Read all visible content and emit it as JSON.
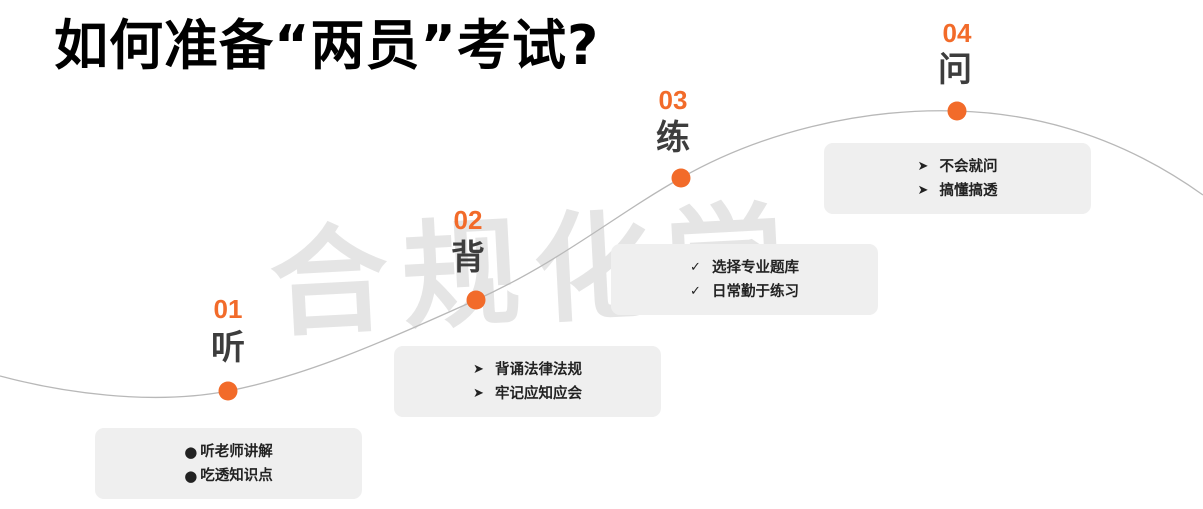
{
  "title": "如何准备“两员”考试?",
  "watermark": "合规化学",
  "steps": [
    {
      "num": "01",
      "label": "听",
      "marker": "●",
      "items": [
        "听老师讲解",
        "吃透知识点"
      ]
    },
    {
      "num": "02",
      "label": "背",
      "marker": "➤",
      "items": [
        "背诵法律法规",
        "牢记应知应会"
      ]
    },
    {
      "num": "03",
      "label": "练",
      "marker": "✓",
      "items": [
        "选择专业题库",
        "日常勤于练习"
      ]
    },
    {
      "num": "04",
      "label": "问",
      "marker": "➤",
      "items": [
        "不会就问",
        "搞懂搞透"
      ]
    }
  ],
  "colors": {
    "accent": "#f26b2a",
    "box": "#efefef",
    "curve": "#b8b8b8"
  }
}
